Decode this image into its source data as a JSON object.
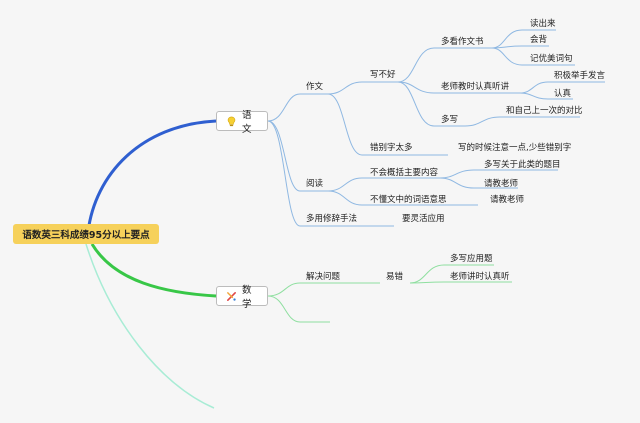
{
  "root": {
    "label": "语数英三科成绩95分以上要点"
  },
  "branches": {
    "chinese": {
      "label": "语文",
      "icon": "lightbulb-icon",
      "edge_color": "#2f5fd0"
    },
    "math": {
      "label": "数学",
      "icon": "pencil-ruler-icon",
      "edge_color": "#38c747"
    },
    "english": {
      "label": "",
      "edge_color": "#a8ecd5"
    }
  },
  "nodes": {
    "zuowen": "作文",
    "xiebuhao": "写不好",
    "duokan": "多看作文书",
    "duchulai": "读出来",
    "huibei": "会背",
    "jiyou": "记优美词句",
    "laoshi_jiao": "老师教时认真听讲",
    "jiji": "积极举手发言",
    "renzhen": "认真",
    "duoxie": "多写",
    "heziji": "和自己上一次的对比",
    "cuobiezi": "错别字太多",
    "xiedeshihou": "写的时候注意一点,少些错别字",
    "yuedu": "阅读",
    "buhui": "不会概括主要内容",
    "duoxie_guanyu": "多写关于此类的题目",
    "qingjiao1": "请教老师",
    "budong": "不懂文中的词语意思",
    "qingjiao2": "请教老师",
    "duoyong": "多用修辞手法",
    "yaolinghuo": "要灵活应用",
    "jiejue": "解决问题",
    "yicuo": "易错",
    "duoxie_yingyong": "多写应用题",
    "laoshi_jiang": "老师讲时认真听"
  },
  "colors": {
    "leaf_edge": "#8fb8e2",
    "math_leaf_edge": "#8fdfa0",
    "background": "#f6f6f6"
  }
}
